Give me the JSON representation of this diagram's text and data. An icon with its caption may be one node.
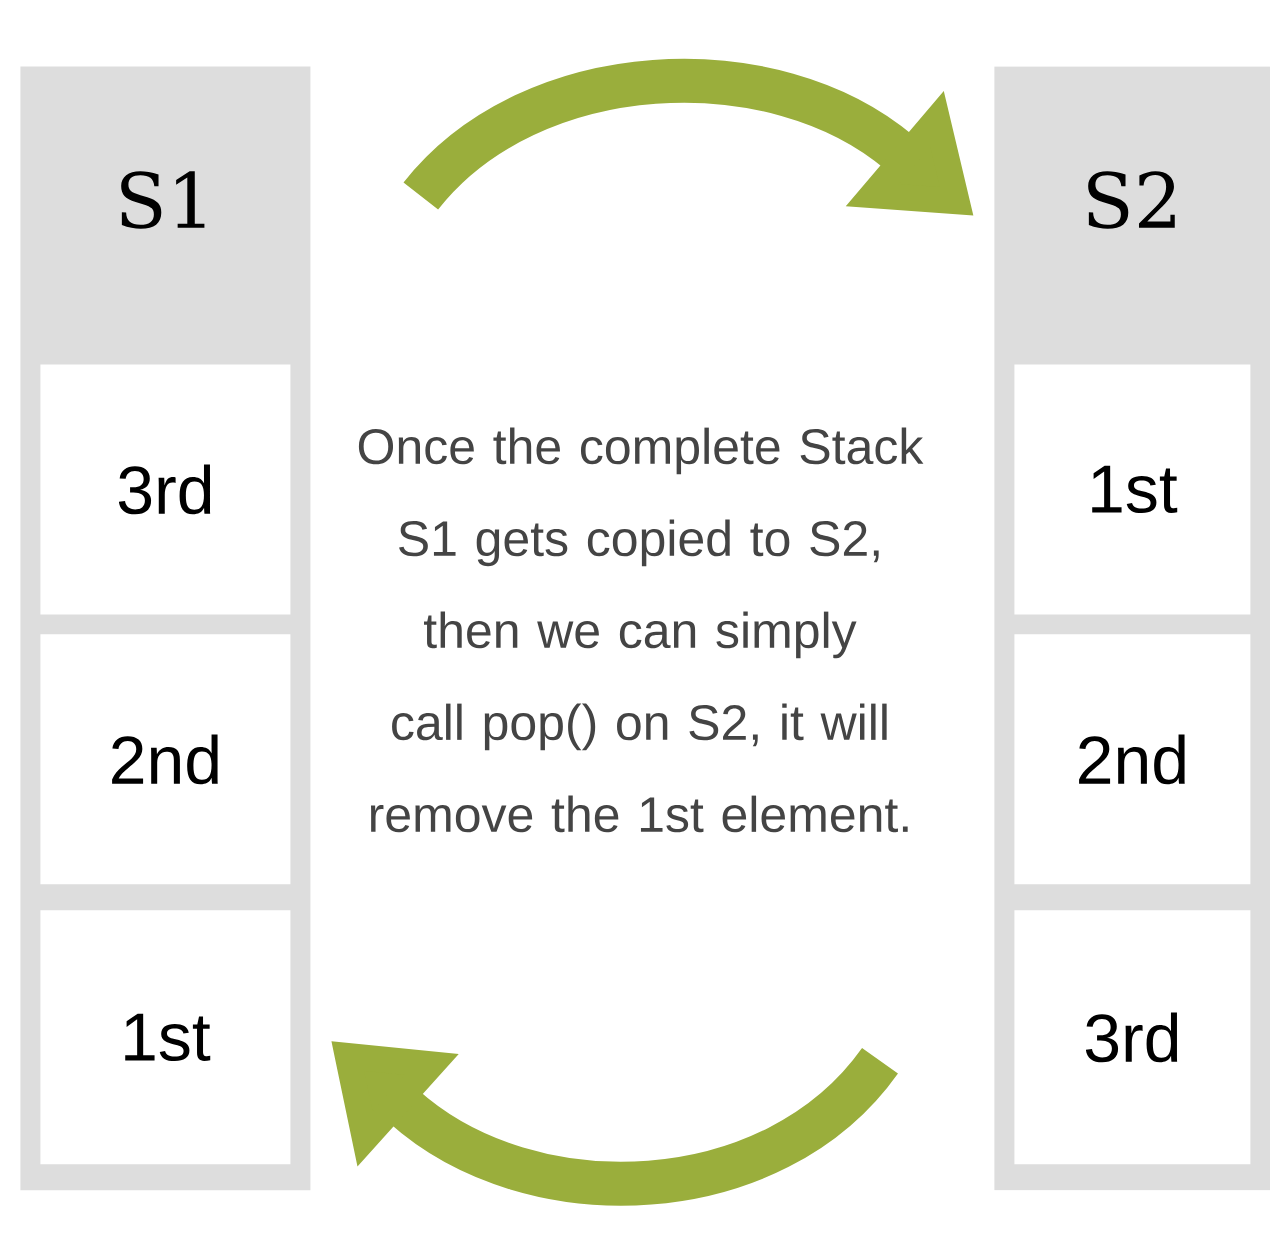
{
  "diagram": {
    "nodes": [
      {
        "text": [
          "S1"
        ]
      },
      {
        "text": [
          "3rd"
        ],
        "in": 0
      },
      {
        "text": [
          "2nd"
        ],
        "in": 0
      },
      {
        "text": [
          "1st"
        ],
        "in": 0
      },
      {
        "text": [
          "S2"
        ]
      },
      {
        "text": [
          "1st"
        ],
        "in": 4
      },
      {
        "text": [
          "2nd"
        ],
        "in": 4
      },
      {
        "text": [
          "3rd"
        ],
        "in": 4
      }
    ],
    "edges": [
      {
        "from": 0,
        "to": 4,
        "arrow": "to"
      },
      {
        "from": 4,
        "to": 0,
        "arrow": "to"
      }
    ],
    "labels": [
      "Once the complete Stack S1 gets copied to S2, then we can simply call pop() on S2, it will remove the 1st element."
    ]
  }
}
